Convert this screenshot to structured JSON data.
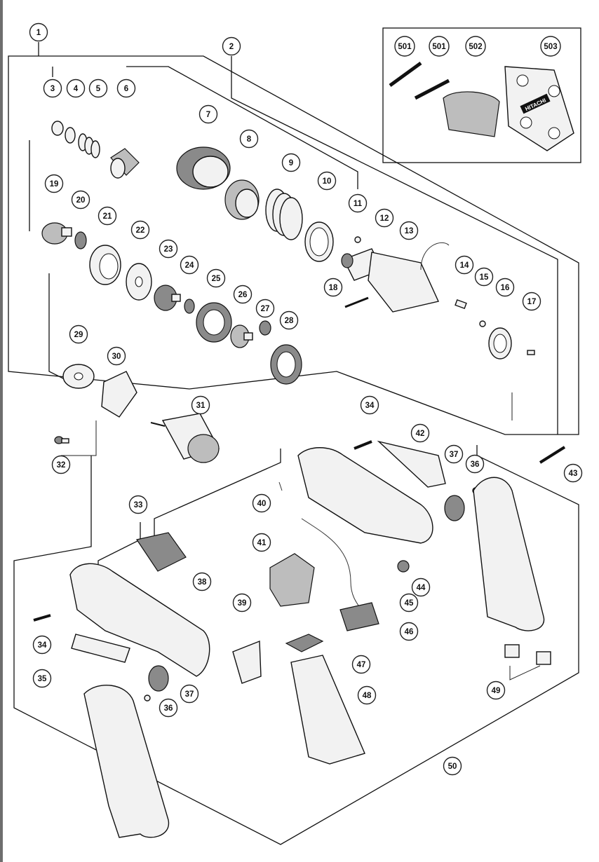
{
  "diagram": {
    "labels": [
      "1",
      "2",
      "3",
      "4",
      "5",
      "6",
      "7",
      "8",
      "9",
      "10",
      "11",
      "12",
      "13",
      "14",
      "15",
      "16",
      "17",
      "18",
      "19",
      "20",
      "21",
      "22",
      "23",
      "24",
      "25",
      "26",
      "27",
      "28",
      "29",
      "30",
      "31",
      "32",
      "33",
      "34",
      "34",
      "35",
      "36",
      "36",
      "37",
      "37",
      "38",
      "39",
      "40",
      "41",
      "42",
      "43",
      "44",
      "45",
      "46",
      "47",
      "48",
      "49",
      "50",
      "501",
      "501",
      "502",
      "503"
    ],
    "brand": "HITACHI"
  }
}
